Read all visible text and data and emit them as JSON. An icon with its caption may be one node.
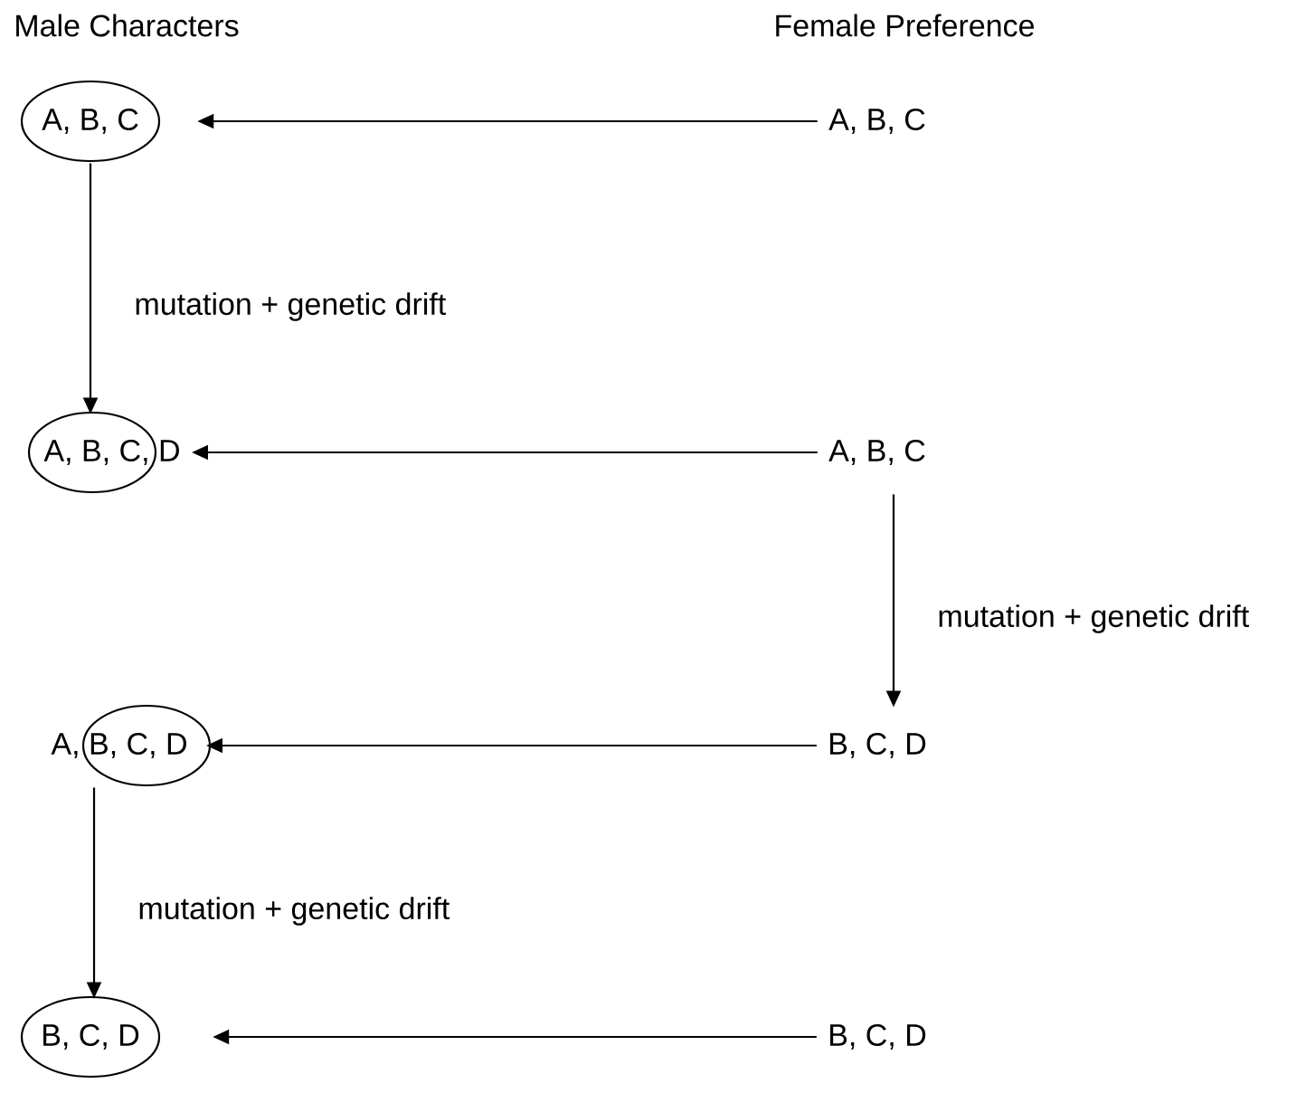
{
  "diagram": {
    "nodes": [
      {
        "text": [
          "A, B, C"
        ]
      },
      {
        "text": [
          "A, B, C"
        ]
      },
      {
        "text": [
          "A, B, C, D"
        ]
      },
      {
        "text": [
          "A, B, C"
        ]
      },
      {
        "text": [
          "A, B, C, D"
        ]
      },
      {
        "text": [
          "B, C, D"
        ]
      },
      {
        "text": [
          "B, C, D"
        ]
      },
      {
        "text": [
          "B, C, D"
        ]
      }
    ],
    "edges": [
      {
        "from": 1,
        "to": 0,
        "arrow": "to"
      },
      {
        "from": 0,
        "to": 2,
        "arrow": "to",
        "label": "mutation + genetic drift"
      },
      {
        "from": 3,
        "to": 2,
        "arrow": "to"
      },
      {
        "from": 3,
        "to": 5,
        "arrow": "to",
        "label": "mutation + genetic drift"
      },
      {
        "from": 5,
        "to": 4,
        "arrow": "to"
      },
      {
        "from": 4,
        "to": 6,
        "arrow": "to",
        "label": "mutation + genetic drift"
      },
      {
        "from": 7,
        "to": 6,
        "arrow": "to"
      }
    ],
    "labels": [
      "Male Characters",
      "Female Preference"
    ]
  }
}
